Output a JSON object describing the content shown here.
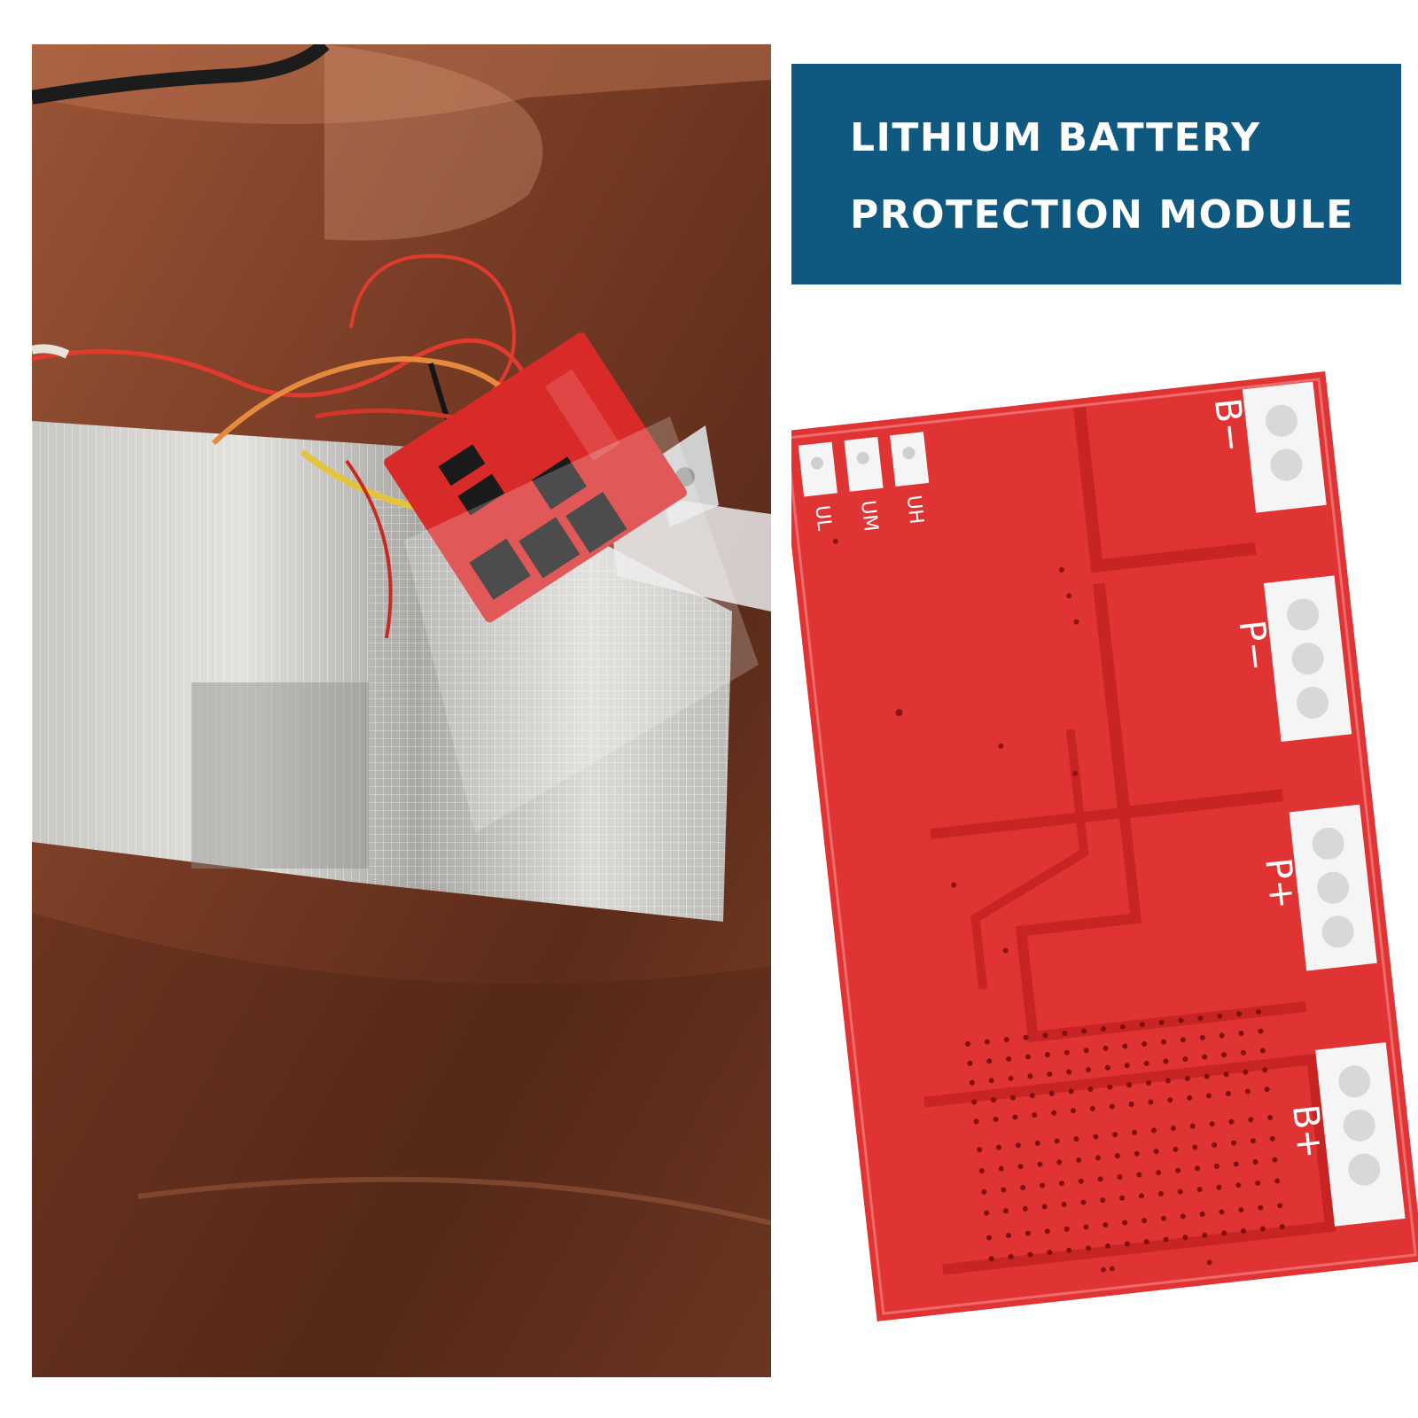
{
  "banner": {
    "title_line1": "LITHIUM BATTERY",
    "title_line2": "PROTECTION MODULE",
    "background": "#0f5880",
    "text_color": "#ffffff"
  },
  "board": {
    "color": "#dc2b2b",
    "pad_color": "#ffffff",
    "small_pads": [
      "UL",
      "UM",
      "UH"
    ],
    "terminals": [
      "B−",
      "P−",
      "P+",
      "B+"
    ]
  },
  "photo": {
    "subject": "board-wired-to-battery-pack"
  }
}
